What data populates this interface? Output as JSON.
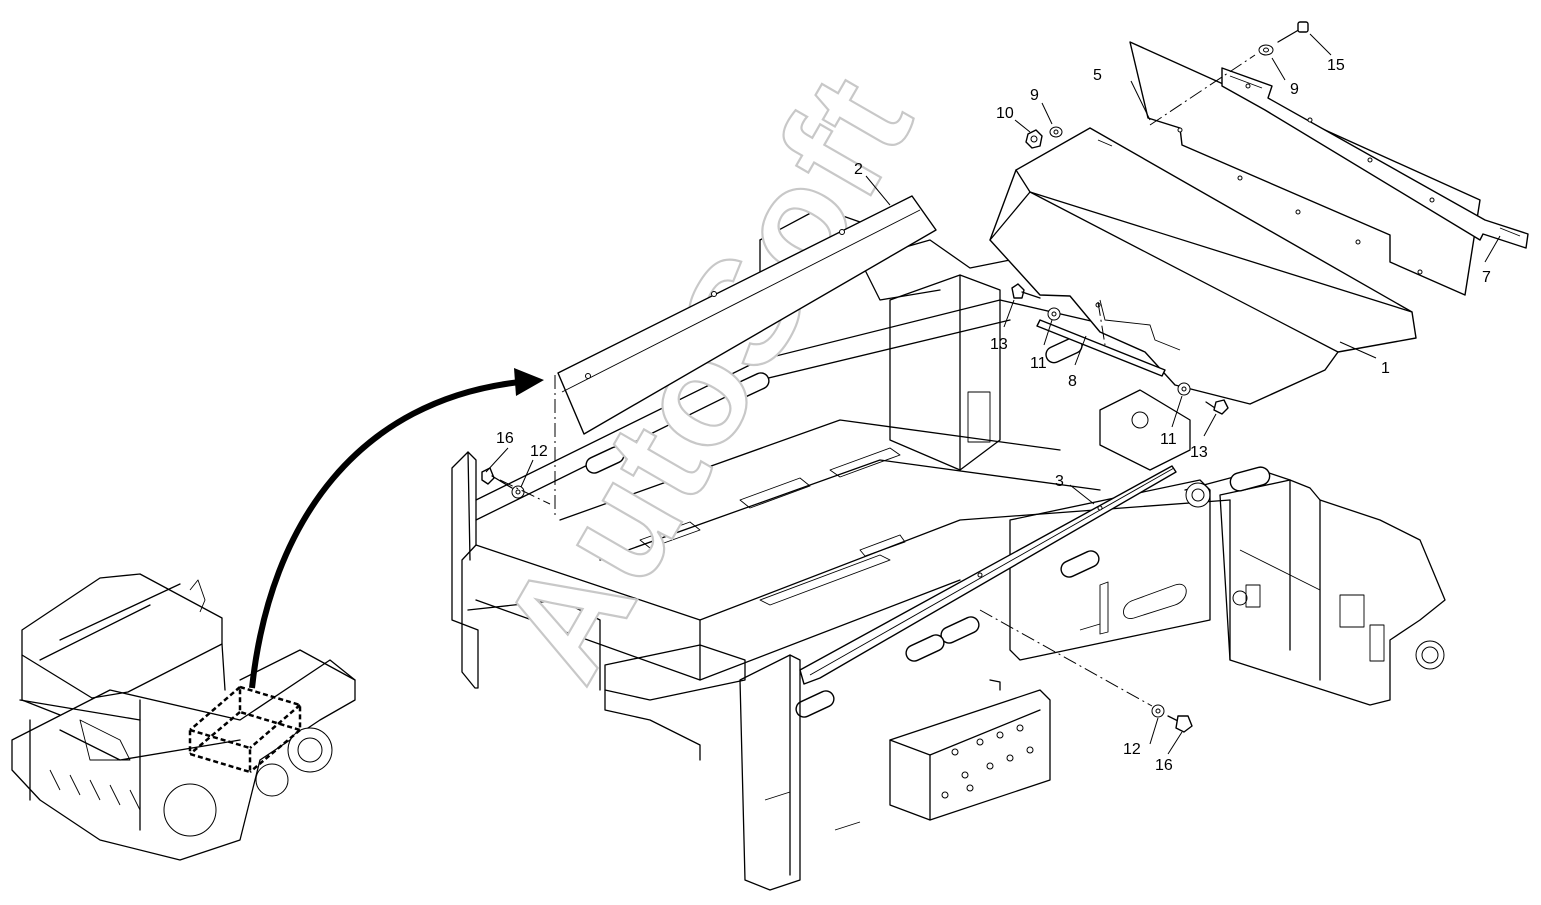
{
  "watermark": "AutoSoft",
  "callouts": [
    {
      "id": "c1",
      "text": "1"
    },
    {
      "id": "c2",
      "text": "2"
    },
    {
      "id": "c3",
      "text": "3"
    },
    {
      "id": "c5",
      "text": "5"
    },
    {
      "id": "c7",
      "text": "7"
    },
    {
      "id": "c8",
      "text": "8"
    },
    {
      "id": "c9a",
      "text": "9"
    },
    {
      "id": "c9b",
      "text": "9"
    },
    {
      "id": "c10",
      "text": "10"
    },
    {
      "id": "c11a",
      "text": "11"
    },
    {
      "id": "c11b",
      "text": "11"
    },
    {
      "id": "c12a",
      "text": "12"
    },
    {
      "id": "c12b",
      "text": "12"
    },
    {
      "id": "c13a",
      "text": "13"
    },
    {
      "id": "c13b",
      "text": "13"
    },
    {
      "id": "c15",
      "text": "15"
    },
    {
      "id": "c16a",
      "text": "16"
    },
    {
      "id": "c16b",
      "text": "16"
    }
  ]
}
